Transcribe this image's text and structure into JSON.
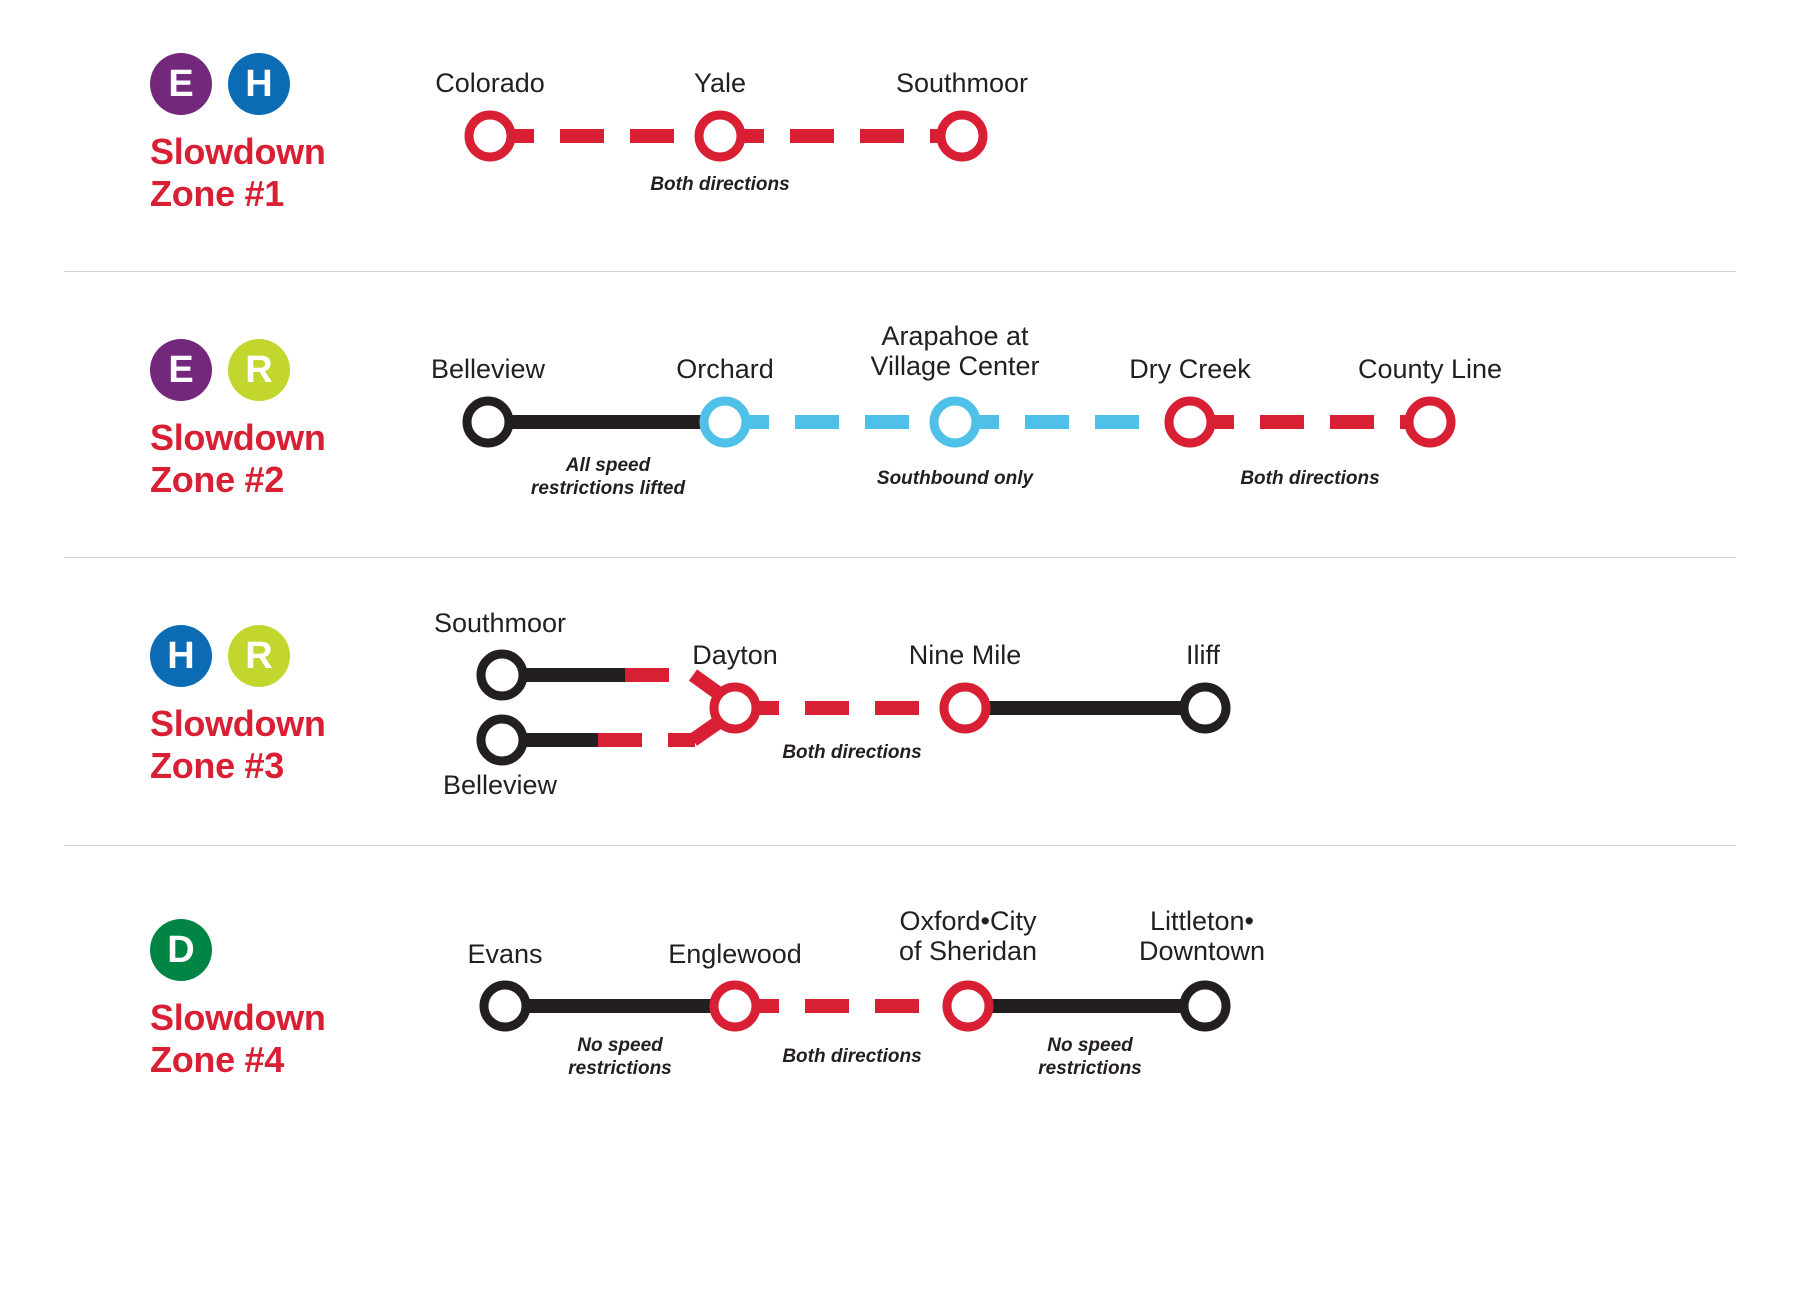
{
  "colors": {
    "red": "#d81f34",
    "black": "#231f20",
    "blue_light": "#4fc0e8",
    "line_e": "#74287c",
    "line_h": "#0b6bb4",
    "line_r": "#c2d62e",
    "line_d": "#008545",
    "divider": "#cfcfcf",
    "white": "#ffffff"
  },
  "zones": [
    {
      "id": "zone-1",
      "title_line1": "Slowdown",
      "title_line2": "Zone #1",
      "badges": [
        {
          "letter": "E",
          "color": "#74287c",
          "name": "line-e-badge"
        },
        {
          "letter": "H",
          "color": "#0b6bb4",
          "name": "line-h-badge"
        }
      ],
      "stops": [
        {
          "label": "Colorado",
          "marker": "red"
        },
        {
          "label": "Yale",
          "marker": "red"
        },
        {
          "label": "Southmoor",
          "marker": "red"
        }
      ],
      "segments": [
        {
          "style": "dashed",
          "color": "red"
        },
        {
          "style": "dashed",
          "color": "red"
        }
      ],
      "captions": [
        {
          "text": "Both directions",
          "lines": [
            "Both directions"
          ]
        }
      ]
    },
    {
      "id": "zone-2",
      "title_line1": "Slowdown",
      "title_line2": "Zone #2",
      "badges": [
        {
          "letter": "E",
          "color": "#74287c",
          "name": "line-e-badge"
        },
        {
          "letter": "R",
          "color": "#c2d62e",
          "name": "line-r-badge"
        }
      ],
      "stops": [
        {
          "label": "Belleview",
          "marker": "black"
        },
        {
          "label": "Orchard",
          "marker": "blue"
        },
        {
          "label": "Arapahoe at\nVillage Center",
          "marker": "blue"
        },
        {
          "label": "Dry Creek",
          "marker": "red"
        },
        {
          "label": "County Line",
          "marker": "red"
        }
      ],
      "segments": [
        {
          "style": "solid",
          "color": "black"
        },
        {
          "style": "dashed",
          "color": "blue"
        },
        {
          "style": "dashed",
          "color": "blue"
        },
        {
          "style": "dashed",
          "color": "red"
        }
      ],
      "captions": [
        {
          "text": "All speed restrictions lifted",
          "lines": [
            "All speed",
            "restrictions lifted"
          ]
        },
        {
          "text": "Southbound only",
          "lines": [
            "Southbound only"
          ]
        },
        {
          "text": "Both directions",
          "lines": [
            "Both directions"
          ]
        }
      ]
    },
    {
      "id": "zone-3",
      "title_line1": "Slowdown",
      "title_line2": "Zone #3",
      "badges": [
        {
          "letter": "H",
          "color": "#0b6bb4",
          "name": "line-h-badge"
        },
        {
          "letter": "R",
          "color": "#c2d62e",
          "name": "line-r-badge"
        }
      ],
      "stops": [
        {
          "label": "Southmoor",
          "marker": "black"
        },
        {
          "label": "Belleview",
          "marker": "black"
        },
        {
          "label": "Dayton",
          "marker": "red"
        },
        {
          "label": "Nine Mile",
          "marker": "red"
        },
        {
          "label": "Iliff",
          "marker": "black"
        }
      ],
      "segments": [
        {
          "style": "solid-then-dashed",
          "color": "black-red"
        },
        {
          "style": "solid-then-dashed",
          "color": "black-red"
        },
        {
          "style": "dashed",
          "color": "red"
        },
        {
          "style": "solid",
          "color": "black"
        }
      ],
      "captions": [
        {
          "text": "Both directions",
          "lines": [
            "Both directions"
          ]
        }
      ]
    },
    {
      "id": "zone-4",
      "title_line1": "Slowdown",
      "title_line2": "Zone #4",
      "badges": [
        {
          "letter": "D",
          "color": "#008545",
          "name": "line-d-badge"
        }
      ],
      "stops": [
        {
          "label": "Evans",
          "marker": "black"
        },
        {
          "label": "Englewood",
          "marker": "red"
        },
        {
          "label": "Oxford•City\nof Sheridan",
          "marker": "red"
        },
        {
          "label": "Littleton•\nDowntown",
          "marker": "black"
        }
      ],
      "segments": [
        {
          "style": "solid",
          "color": "black"
        },
        {
          "style": "dashed",
          "color": "red"
        },
        {
          "style": "solid",
          "color": "black"
        }
      ],
      "captions": [
        {
          "text": "No speed restrictions",
          "lines": [
            "No speed",
            "restrictions"
          ]
        },
        {
          "text": "Both directions",
          "lines": [
            "Both directions"
          ]
        },
        {
          "text": "No speed restrictions",
          "lines": [
            "No speed",
            "restrictions"
          ]
        }
      ]
    }
  ]
}
